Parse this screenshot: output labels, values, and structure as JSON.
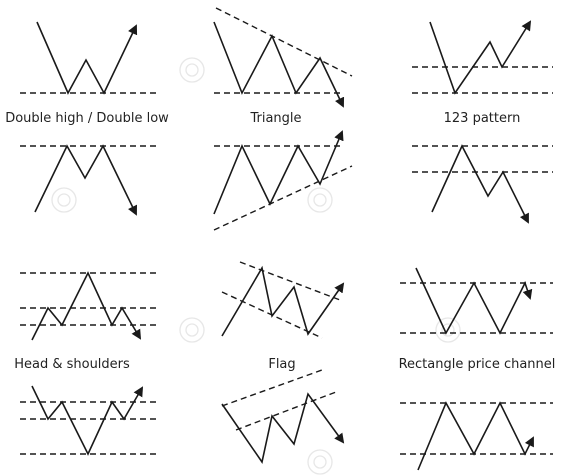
{
  "labels": {
    "double": "Double high / Double low",
    "triangle": "Triangle",
    "p123": "123 pattern",
    "head_shoulders": "Head & shoulders",
    "flag": "Flag",
    "rect_channel": "Rectangle price channel"
  },
  "line_color": "#1a1a1a",
  "icons": [
    "arrow-head-icon",
    "watermark-swirl-icon"
  ]
}
